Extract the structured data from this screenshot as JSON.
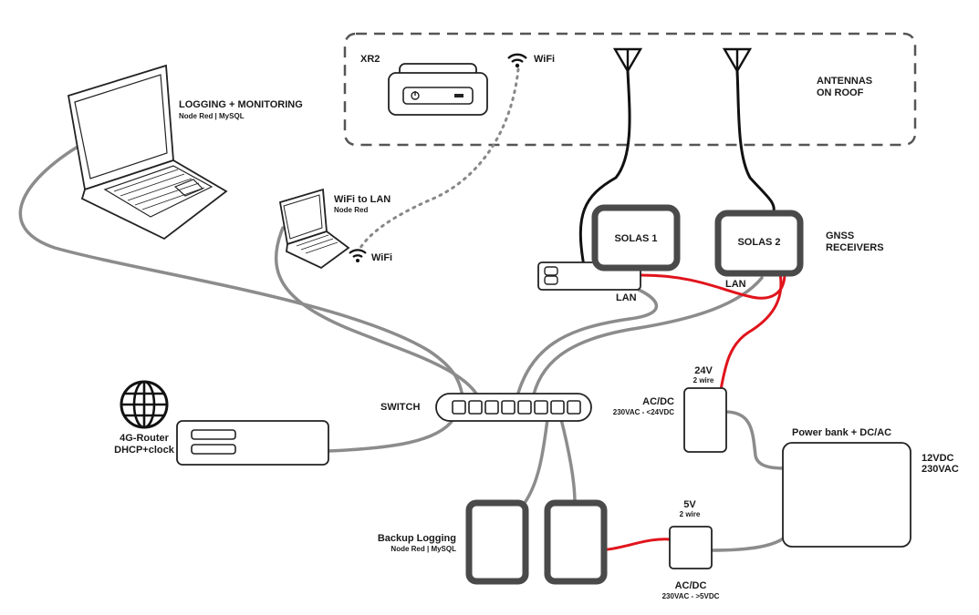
{
  "roof": {
    "device_label": "XR2",
    "wifi_label": "WiFi",
    "antennas_label_1": "ANTENNAS",
    "antennas_label_2": "ON ROOF"
  },
  "logging": {
    "title": "LOGGING + MONITORING",
    "subtitle": "Node Red | MySQL"
  },
  "wifi_lan": {
    "title": "WiFi to LAN",
    "subtitle": "Node Red",
    "wifi_label": "WiFi"
  },
  "receivers": {
    "solas1": "SOLAS 1",
    "solas2": "SOLAS 2",
    "gnss_1": "GNSS",
    "gnss_2": "RECEIVERS",
    "lan_1": "LAN",
    "lan_2": "LAN"
  },
  "switch_label": "SWITCH",
  "router": {
    "title": "4G-Router",
    "subtitle": "DHCP+clock"
  },
  "acdc_24": {
    "voltage": "24V",
    "wire": "2 wire",
    "title": "AC/DC",
    "spec": "230VAC - <24VDC"
  },
  "power_bank": {
    "title": "Power bank + DC/AC",
    "out_1": "12VDC",
    "out_2": "230VAC"
  },
  "backup": {
    "title": "Backup Logging",
    "subtitle": "Node Red | MySQL"
  },
  "acdc_5": {
    "voltage": "5V",
    "wire": "2 wire",
    "title": "AC/DC",
    "spec": "230VAC - >5VDC"
  }
}
